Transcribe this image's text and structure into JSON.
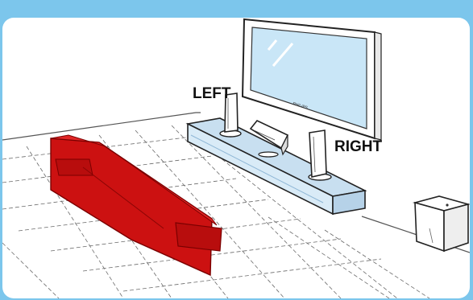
{
  "diagram": {
    "labels": {
      "left_speaker": "LEFT",
      "right_speaker": "RIGHT",
      "tv_brand": "PHILIPS"
    },
    "colors": {
      "background": "#7cc6ec",
      "panel": "#ffffff",
      "sofa": "#cc1111",
      "stand": "#c8dff0",
      "tv_screen": "#c9e6f7",
      "floor_grid": "#666666"
    },
    "icons": [
      "tv-icon",
      "speaker-icon",
      "subwoofer-icon",
      "sofa-icon",
      "stand-icon",
      "player-icon"
    ]
  }
}
